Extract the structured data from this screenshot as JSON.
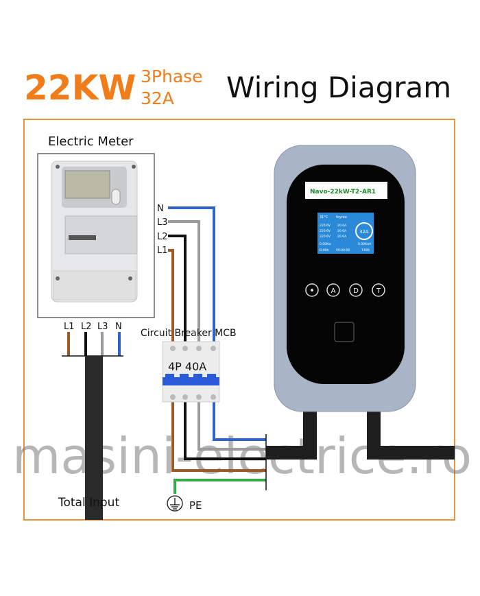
{
  "header": {
    "power": "22KW",
    "phase": "3Phase",
    "current": "32A",
    "title": "Wiring Diagram"
  },
  "meter": {
    "label": "Electric Meter",
    "output_terminals": [
      "N",
      "L3",
      "L2",
      "L1"
    ],
    "input_terminals": [
      "L1",
      "L2",
      "L3",
      "N"
    ]
  },
  "breaker": {
    "label": "Circuit Breaker MCB",
    "rating": "4P 40A"
  },
  "charger": {
    "model": "Navo-22kW-T2-AR1",
    "screen": {
      "temp": "31°C",
      "brand": "feyree",
      "rows": [
        [
          "220.6V",
          "20.6A"
        ],
        [
          "220.6V",
          "20.6A"
        ],
        [
          "220.6V",
          "20.6A"
        ]
      ],
      "gauge": "32A",
      "power": "0.00Kw",
      "energy": "0.00Kwh",
      "duration": "D:00h",
      "clock": "00:00:00",
      "timer": "T:00h"
    },
    "buttons": [
      "•",
      "A",
      "D",
      "T"
    ]
  },
  "labels": {
    "total_input": "Total Input",
    "pe": "PE"
  },
  "watermark": "masini-electrice.ro",
  "colors": {
    "accent": "#f07d1a",
    "frame": "#e8923a",
    "wire_n": "#2f63c9",
    "wire_l1": "#9a5a2a",
    "wire_l2": "#111111",
    "wire_l3": "#9b9b9b",
    "wire_pe": "#3aa84a",
    "breaker_toggle": "#2a5bd7"
  }
}
